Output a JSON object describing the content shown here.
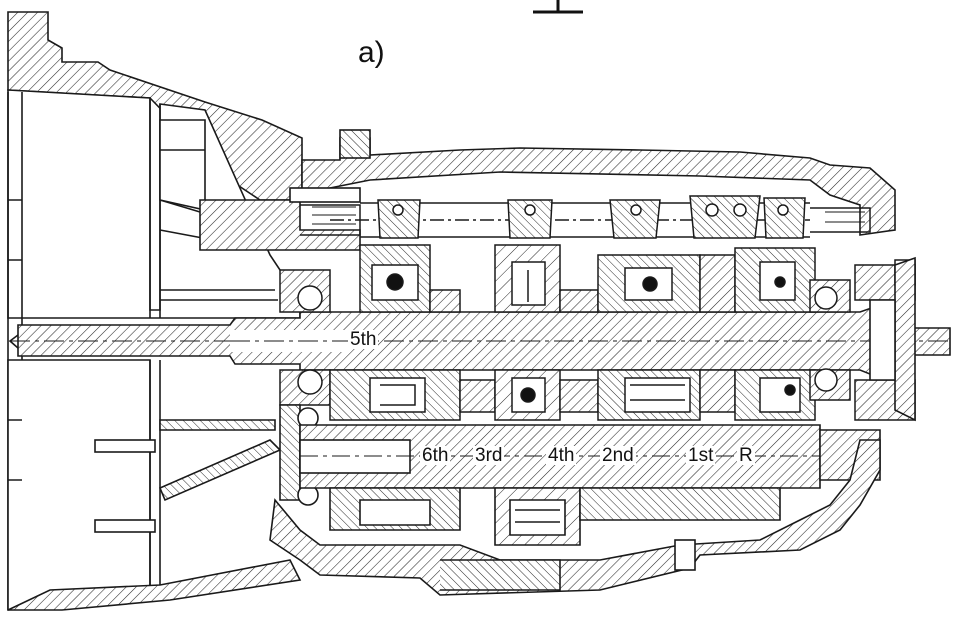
{
  "figure": {
    "panel_label": "a)"
  },
  "gears": {
    "fifth": "5th",
    "sixth": "6th",
    "third": "3rd",
    "fourth": "4th",
    "second": "2nd",
    "first": "1st",
    "reverse": "R"
  },
  "colors": {
    "line": "#1a1a1a",
    "hatch": "#2a2a2a",
    "background": "#ffffff"
  }
}
